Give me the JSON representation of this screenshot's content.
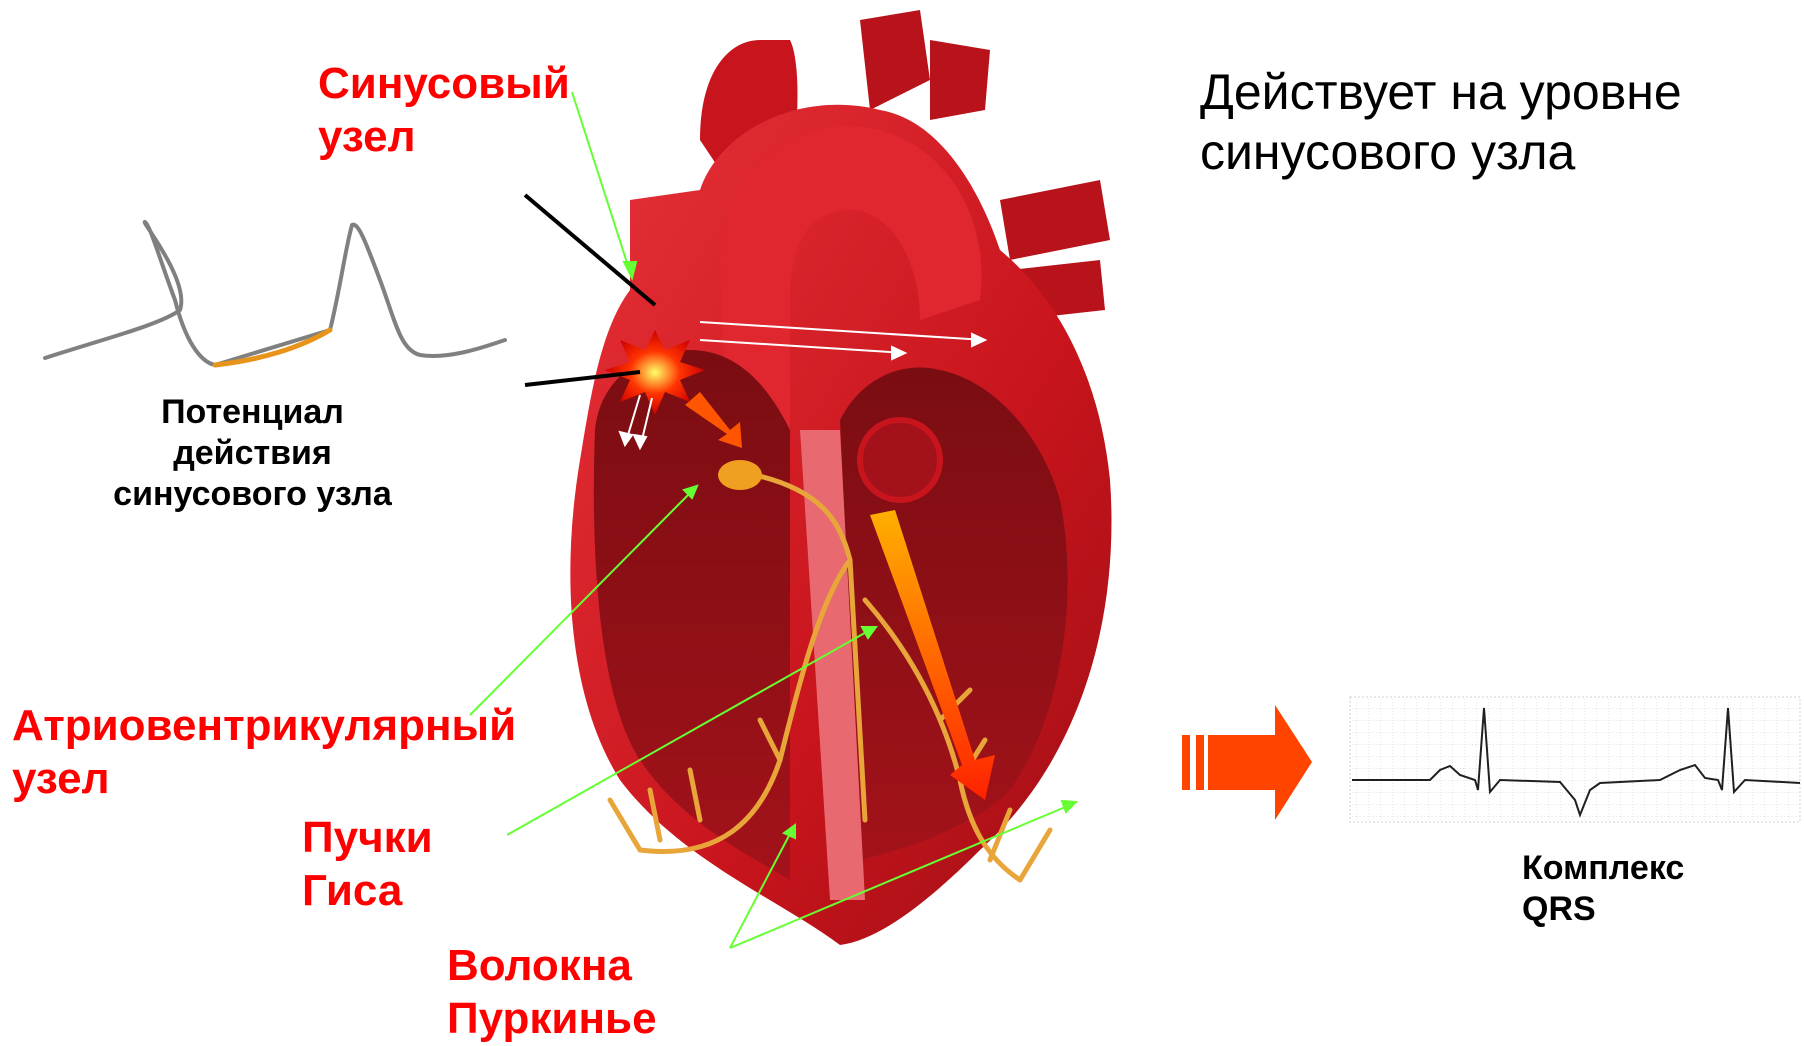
{
  "labels": {
    "sinus_node": [
      "Синусовый",
      "узел"
    ],
    "av_node": [
      "Атриовентрикулярный",
      "узел"
    ],
    "his_bundle": [
      "Пучки",
      "Гиса"
    ],
    "purkinje": [
      "Волокна",
      "Пуркинье"
    ],
    "action_potential": [
      "Потенциал",
      "действия",
      "синусового узла"
    ],
    "qrs": [
      "Комплекс",
      "QRS"
    ]
  },
  "note": [
    "Действует на уровне",
    "синусового узла"
  ],
  "colors": {
    "label_red": "#ff0000",
    "heart_red": "#d11a22",
    "heart_dark": "#8c0f14",
    "conduction": "#e8a53a",
    "pointer_green": "#66ff33",
    "arrow_orange": "#ff4400"
  },
  "icons": [
    "heart-illustration",
    "action-potential-curve",
    "ecg-strip-icon",
    "right-arrow-icon"
  ]
}
